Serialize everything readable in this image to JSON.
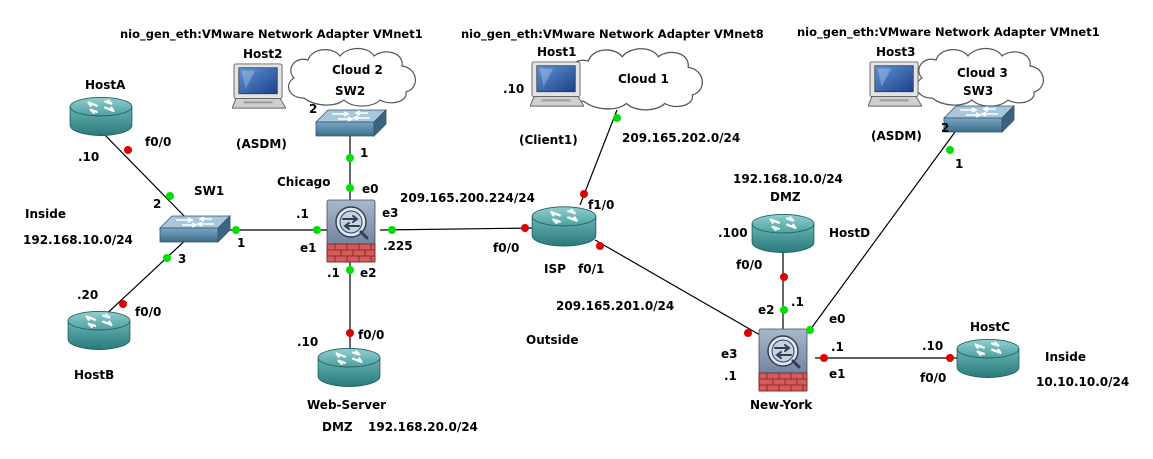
{
  "clouds": {
    "vmnet1_left": "nio_gen_eth:VMware Network Adapter VMnet1",
    "vmnet8": "nio_gen_eth:VMware Network Adapter VMnet8",
    "vmnet1_right": "nio_gen_eth:VMware Network Adapter VMnet1",
    "cloud1": "Cloud 1",
    "cloud2": "Cloud 2",
    "cloud3": "Cloud 3"
  },
  "devices": {
    "hosta": "HostA",
    "hostb": "HostB",
    "hostc": "HostC",
    "hostd": "HostD",
    "host1": "Host1",
    "host2": "Host2",
    "host3": "Host3",
    "sw1": "SW1",
    "sw2": "SW2",
    "sw3": "SW3",
    "chicago": "Chicago",
    "isp": "ISP",
    "newyork": "New-York",
    "webserver": "Web-Server"
  },
  "notes": {
    "asdm_left": "(ASDM)",
    "asdm_right": "(ASDM)",
    "client1": "(Client1)",
    "inside_left": "Inside",
    "inside_right": "Inside",
    "outside": "Outside",
    "dmz_bottom": "DMZ",
    "dmz_right": "DMZ"
  },
  "networks": {
    "inside_left": "192.168.10.0/24",
    "dmz_bottom": "192.168.20.0/24",
    "outside_chi": "209.165.200.224/24",
    "outside_host1": "209.165.202.0/24",
    "outside_ny": "209.165.201.0/24",
    "dmz_right": "192.168.10.0/24",
    "inside_right": "10.10.10.0/24"
  },
  "ports": {
    "hosta_f00": "f0/0",
    "hosta_ip": ".10",
    "hostb_f00": "f0/0",
    "hostb_ip": ".20",
    "sw1_2": "2",
    "sw1_3": "3",
    "sw1_1": "1",
    "chi_ip1": ".1",
    "chi_e1": "e1",
    "chi_e0": "e0",
    "chi_e3": "e3",
    "chi_225": ".225",
    "chi_e2": "e2",
    "chi_ip2": ".1",
    "sw2_1": "1",
    "sw2_2": "2",
    "web_f00": "f0/0",
    "web_ip": ".10",
    "host1_ip": ".10",
    "isp_f10": "f1/0",
    "isp_f00": "f0/0",
    "isp_f01": "f0/1",
    "hostd_ip": ".100",
    "hostd_f00": "f0/0",
    "ny_e2": "e2",
    "ny_e2_ip": ".1",
    "ny_e0": "e0",
    "ny_e3": "e3",
    "ny_e3_ip": ".1",
    "ny_e1_ip": ".1",
    "ny_e1": "e1",
    "hostc_ip": ".10",
    "hostc_f00": "f0/0",
    "sw3_1": "1",
    "sw3_2": "2"
  },
  "colors": {
    "link_up": "#00e000",
    "link_down": "#e00000",
    "router_teal": "#3a8f8f",
    "switch_teal": "#4d7f96",
    "asa_gray": "#7c8fa6",
    "firewall_red": "#d04040"
  }
}
